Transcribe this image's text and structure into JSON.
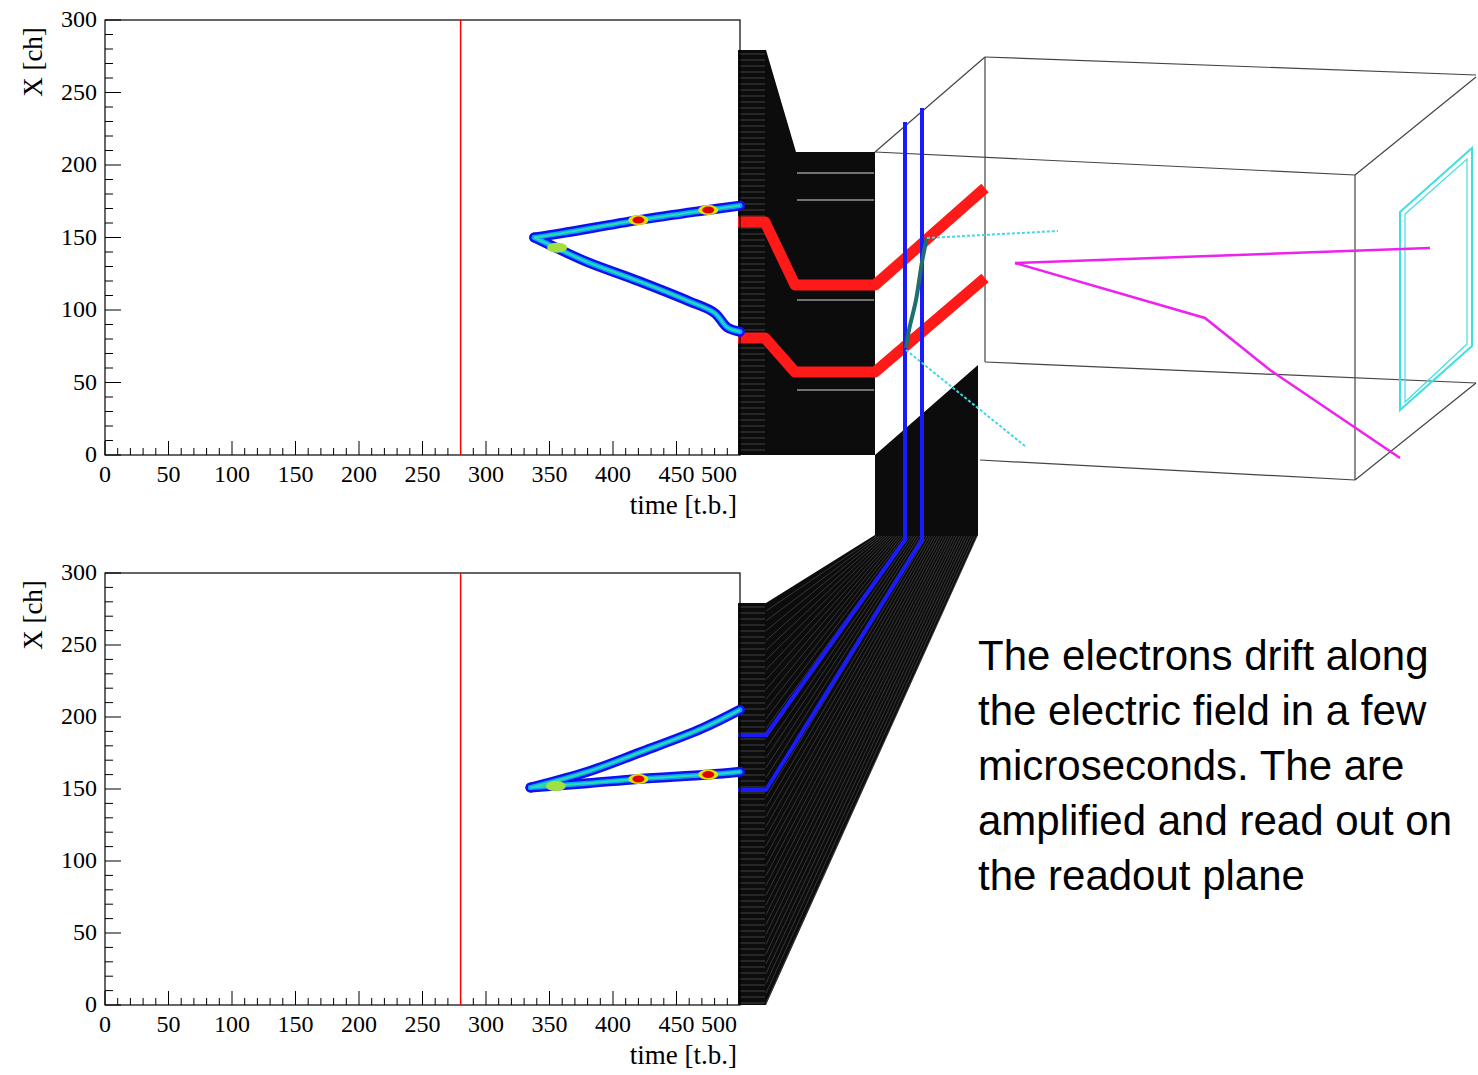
{
  "diagram": {
    "labels": [
      "300",
      "250",
      "200",
      "150",
      "100",
      "50",
      "0",
      "X [ch]",
      "0",
      "50",
      "100",
      "150",
      "200",
      "250",
      "300",
      "350",
      "400",
      "450",
      "500",
      "time [t.b.]",
      "300",
      "250",
      "200",
      "150",
      "100",
      "50",
      "0",
      "X [ch]",
      "0",
      "50",
      "100",
      "150",
      "200",
      "250",
      "300",
      "350",
      "400",
      "450",
      "500",
      "time [t.b.]",
      "The electrons drift along the electric field in a few microseconds. The are amplified and read out on the readout plane"
    ]
  }
}
